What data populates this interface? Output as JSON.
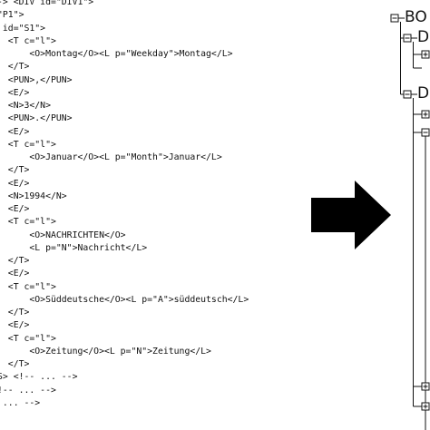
{
  "code_lines": [
    "-> <DIV id=\"DIV1\">",
    "\"P1\">",
    " id=\"S1\">",
    "  <T c=\"l\">",
    "      <O>Montag</O><L p=\"Weekday\">Montag</L>",
    "  </T>",
    "  <PUN>,</PUN>",
    "  <E/>",
    "  <N>3</N>",
    "  <PUN>.</PUN>",
    "  <E/>",
    "  <T c=\"l\">",
    "      <O>Januar</O><L p=\"Month\">Januar</L>",
    "  </T>",
    "  <E/>",
    "  <N>1994</N>",
    "  <E/>",
    "  <T c=\"l\">",
    "      <O>NACHRICHTEN</O>",
    "      <L p=\"N\">Nachricht</L>",
    "  </T>",
    "  <E/>",
    "  <T c=\"l\">",
    "      <O>Süddeutsche</O><L p=\"A\">süddeutsch</L>",
    "  </T>",
    "  <E/>",
    "  <T c=\"l\">",
    "      <O>Zeitung</O><L p=\"N\">Zeitung</L>",
    "  </T>",
    "S> <!-- ... -->",
    "!-- ... -->",
    " ... -->"
  ],
  "tree": {
    "root_label": "BO",
    "child1_label": "D",
    "child2_label": "D",
    "line_color": "#111111"
  },
  "arrow": {
    "color": "#000000"
  }
}
